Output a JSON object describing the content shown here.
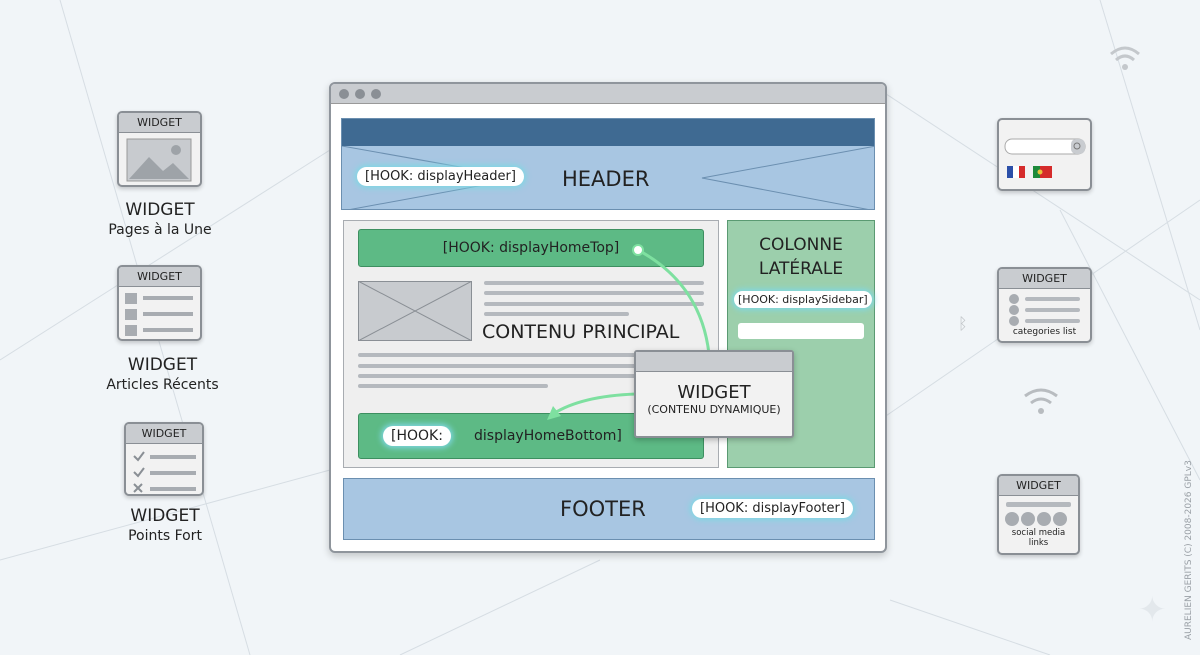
{
  "left_widgets": [
    {
      "header": "WIDGET",
      "title": "WIDGET",
      "subtitle": "Pages à la Une",
      "icon": "image-icon"
    },
    {
      "header": "WIDGET",
      "title": "WIDGET",
      "subtitle": "Articles Récents",
      "icon": "list-icon"
    },
    {
      "header": "WIDGET",
      "title": "WIDGET",
      "subtitle": "Points Fort",
      "icon": "checklist-icon"
    }
  ],
  "right_widgets": [
    {
      "icon": "search-flags-icon"
    },
    {
      "header": "WIDGET",
      "caption": "categories list"
    },
    {
      "header": "WIDGET",
      "caption": "social media links"
    }
  ],
  "layout": {
    "header": "HEADER",
    "hook_header": "[HOOK: displayHeader]",
    "hook_home_top": "[HOOK: displayHomeTop]",
    "main": "CONTENU PRINCIPAL",
    "sidebar_title": "COLONNE LATÉRALE",
    "hook_sidebar": "[HOOK: displaySidebar]",
    "hook_home_bottom_a": "[HOOK:",
    "hook_home_bottom_b": "displayHomeBottom]",
    "widget_title": "WIDGET",
    "widget_sub": "(CONTENU DYNAMIQUE)",
    "footer": "FOOTER",
    "hook_footer": "[HOOK: displayFooter]"
  },
  "copyright": "AURELIEN GERITS (C) 2008-2026 GPLv3"
}
